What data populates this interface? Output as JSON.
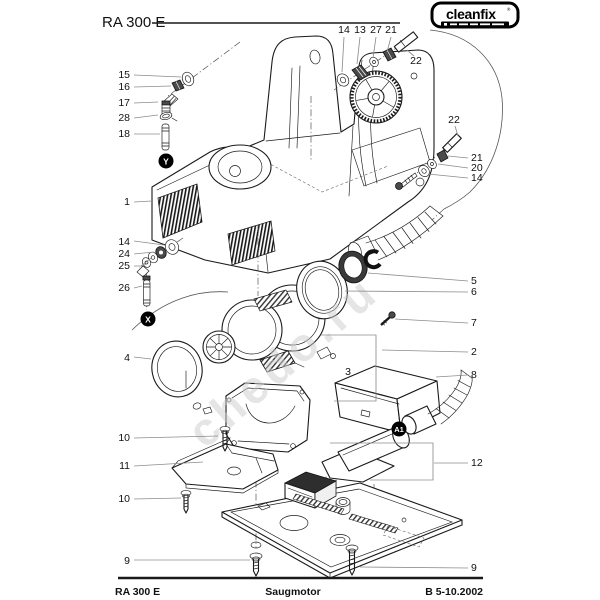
{
  "header": {
    "model": "RA 300 E",
    "logo": {
      "brand": "cleanfix",
      "registered": "®"
    }
  },
  "footer": {
    "model": "RA 300 E",
    "component": "Saugmotor",
    "code": "B 5-10.2002"
  },
  "watermark": "chedo.ru",
  "markers": {
    "y": "Y",
    "x": "X",
    "a1": "A1"
  },
  "callouts": {
    "left": [
      "15",
      "16",
      "17",
      "28",
      "18",
      "1",
      "14",
      "24",
      "25",
      "26",
      "4",
      "10",
      "11",
      "10",
      "9"
    ],
    "top": [
      "14",
      "13",
      "27",
      "21",
      "22",
      "22"
    ],
    "right": [
      "21",
      "20",
      "14",
      "5",
      "6",
      "7",
      "2",
      "8",
      "12",
      "9"
    ],
    "center": [
      "3"
    ]
  }
}
